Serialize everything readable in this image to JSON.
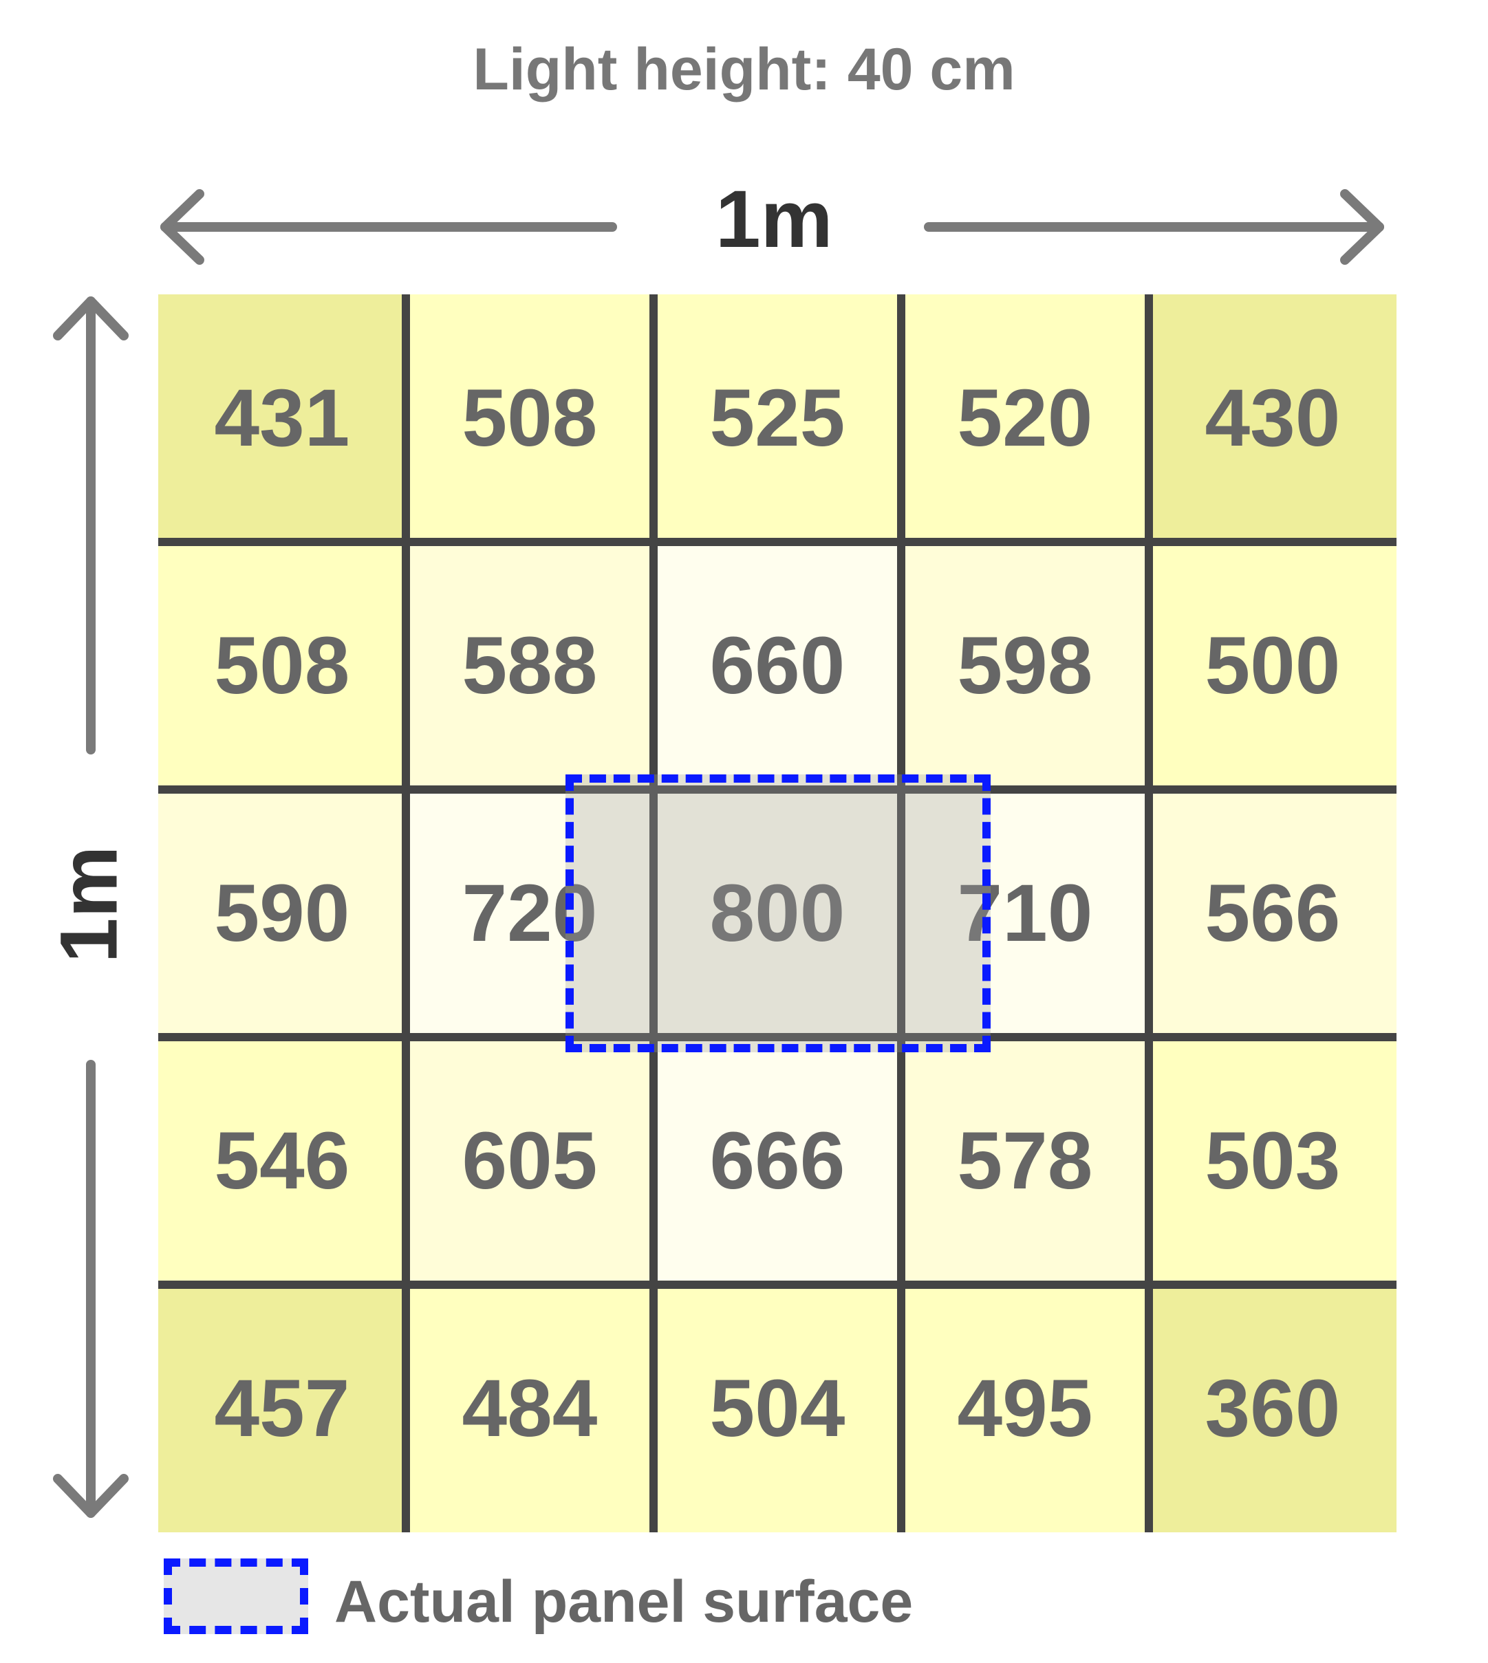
{
  "title": "Light height: 40 cm",
  "dimensions": {
    "width_label": "1m",
    "height_label": "1m"
  },
  "grid": {
    "rows": [
      [
        431,
        508,
        525,
        520,
        430
      ],
      [
        508,
        588,
        660,
        598,
        500
      ],
      [
        590,
        720,
        800,
        710,
        566
      ],
      [
        546,
        605,
        666,
        578,
        503
      ],
      [
        457,
        484,
        504,
        495,
        360
      ]
    ]
  },
  "legend": {
    "label": "Actual panel surface",
    "border_color": "#0a1aff",
    "fill_color": "#e6e6e6"
  },
  "colors": {
    "axis_arrow": "#7a7a7a",
    "grid_line": "#444444",
    "value_text": "#666666"
  }
}
